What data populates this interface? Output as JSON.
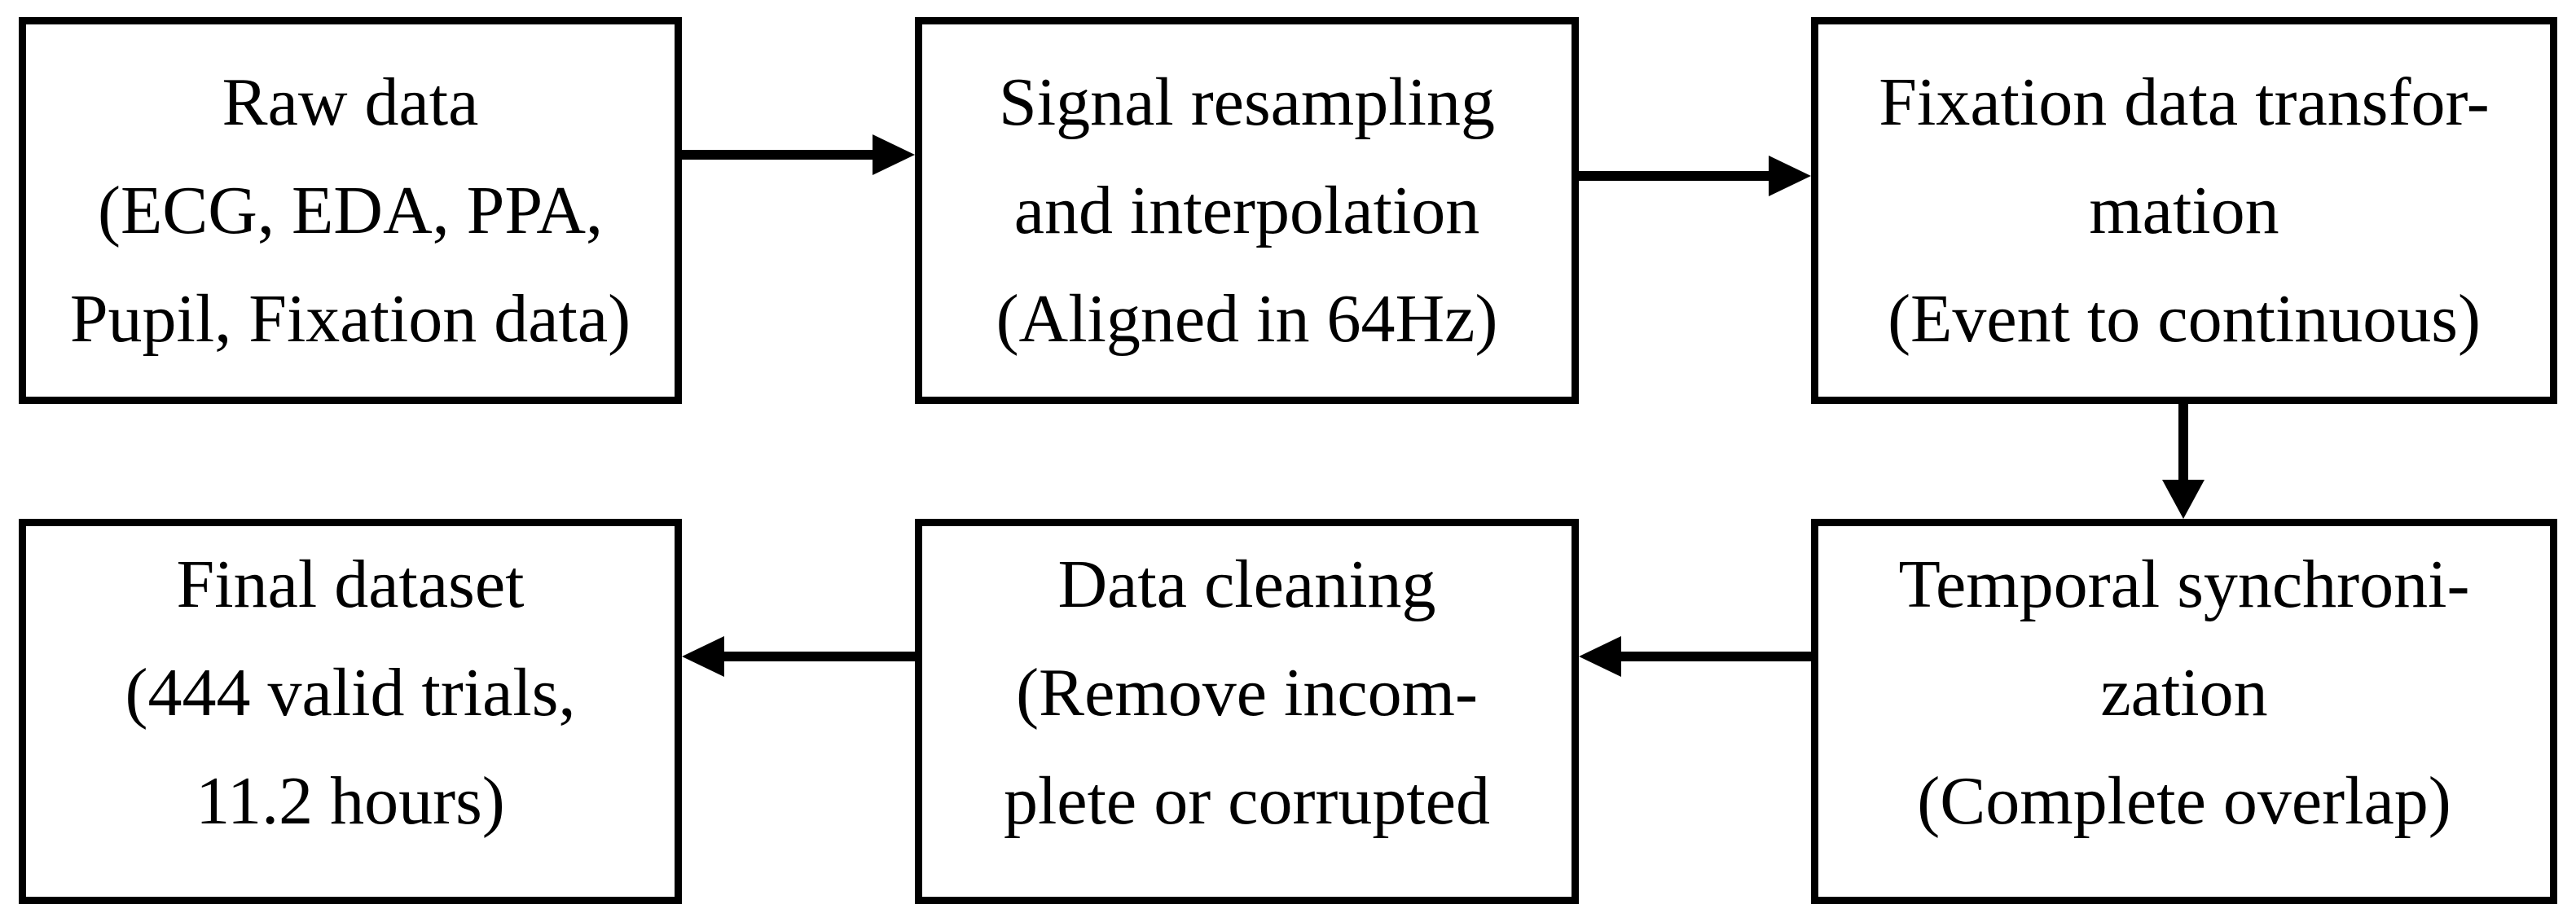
{
  "figure": {
    "background_color": "#ffffff",
    "line_color": "#000000",
    "boxes": [
      {
        "id": "raw-data",
        "lines": [
          "Raw data",
          "(ECG, EDA, PPA,",
          "Pupil, Fixation data)"
        ]
      },
      {
        "id": "signal-resampling",
        "lines": [
          "Signal resampling",
          "and interpolation",
          "(Aligned in 64Hz)"
        ]
      },
      {
        "id": "fixation-data-transformation",
        "lines": [
          "Fixation data transfor-",
          "mation",
          "(Event to continuous)"
        ]
      },
      {
        "id": "temporal-synchronization",
        "lines": [
          "Temporal synchroni-",
          "zation",
          "(Complete overlap)"
        ]
      },
      {
        "id": "data-cleaning",
        "lines": [
          "Data cleaning",
          "(Remove incom-",
          "plete or corrupted"
        ]
      },
      {
        "id": "final-dataset",
        "lines": [
          "Final dataset",
          "(444 valid trials,",
          "11.2 hours)"
        ]
      }
    ],
    "arrows": [
      {
        "from": "raw-data",
        "to": "signal-resampling",
        "direction": "right"
      },
      {
        "from": "signal-resampling",
        "to": "fixation-data-transformation",
        "direction": "right"
      },
      {
        "from": "fixation-data-transformation",
        "to": "temporal-synchronization",
        "direction": "down"
      },
      {
        "from": "temporal-synchronization",
        "to": "data-cleaning",
        "direction": "left"
      },
      {
        "from": "data-cleaning",
        "to": "final-dataset",
        "direction": "left"
      }
    ]
  }
}
